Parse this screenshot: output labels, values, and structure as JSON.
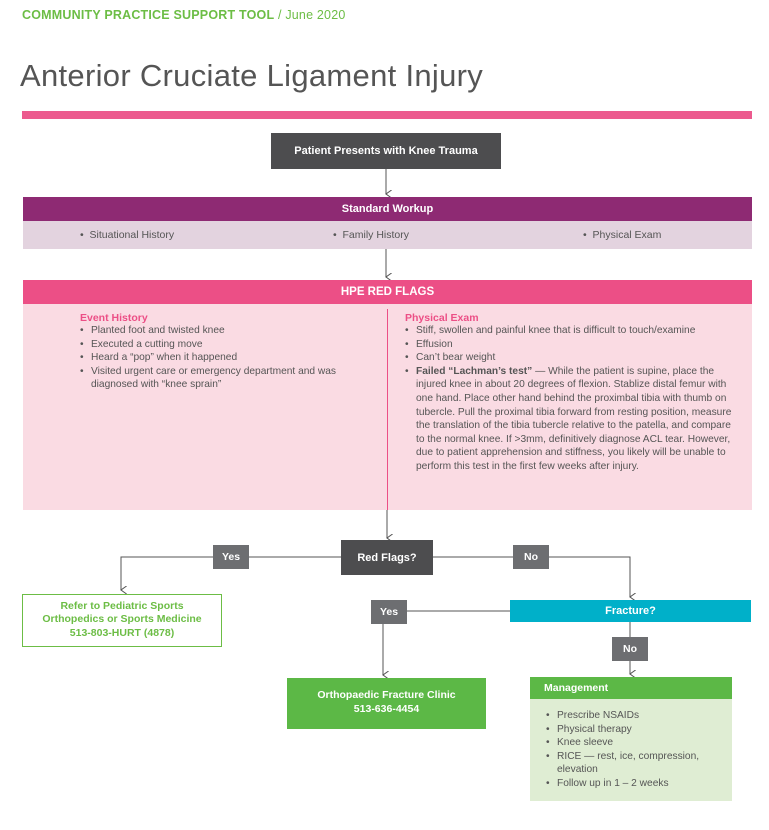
{
  "header": {
    "brand": "COMMUNITY PRACTICE SUPPORT TOOL",
    "separator": " / ",
    "date": "June 2020"
  },
  "title": "Anterior Cruciate Ligament Injury",
  "colors": {
    "brand_green": "#6cbd45",
    "pink": "#ec4f86",
    "purple": "#8e2a73",
    "teal": "#00b0c9",
    "dark_gray": "#4d4d4f"
  },
  "flow": {
    "start": "Patient Presents with Knee Trauma",
    "workup": {
      "title": "Standard Workup",
      "items": [
        "Situational History",
        "Family History",
        "Physical Exam"
      ]
    },
    "red_flags_section": {
      "title": "HPE RED FLAGS",
      "event_history": {
        "title": "Event History",
        "items": [
          "Planted foot and twisted knee",
          "Executed a cutting move",
          "Heard a “pop” when it happened",
          "Visited urgent care or emergency department and was diagnosed with “knee sprain”"
        ]
      },
      "physical_exam": {
        "title": "Physical Exam",
        "items": [
          "Stiff, swollen and painful knee that is difficult to touch/examine",
          "Effusion",
          "Can’t bear weight"
        ],
        "lachman_label": "Failed “Lachman’s test”",
        "lachman_text": " — While the patient is supine, place the injured knee in about 20 degrees of flexion. Stablize distal femur with one hand. Place other hand behind the proximbal tibia with thumb on tubercle. Pull the proximal tibia forward from resting position, measure the translation of the tibia tubercle relative to the patella, and compare to the normal knee. If >3mm, definitively diagnose ACL tear. However, due to patient apprehension and stiffness, you likely will be unable to perform this test in the first few weeks after injury."
      }
    },
    "decision_red_flags": "Red Flags?",
    "yes": "Yes",
    "no": "No",
    "refer": {
      "line1": "Refer to Pediatric Sports",
      "line2": "Orthopedics or Sports Medicine",
      "phone": "513-803-HURT  (4878)"
    },
    "decision_fracture": "Fracture?",
    "fracture_clinic": {
      "name": "Orthopaedic Fracture Clinic",
      "phone": "513-636-4454"
    },
    "management": {
      "title": "Management",
      "items": [
        "Prescribe NSAIDs",
        "Physical therapy",
        "Knee sleeve",
        "RICE — rest, ice, compression, elevation",
        "Follow up in 1 – 2 weeks"
      ]
    }
  }
}
